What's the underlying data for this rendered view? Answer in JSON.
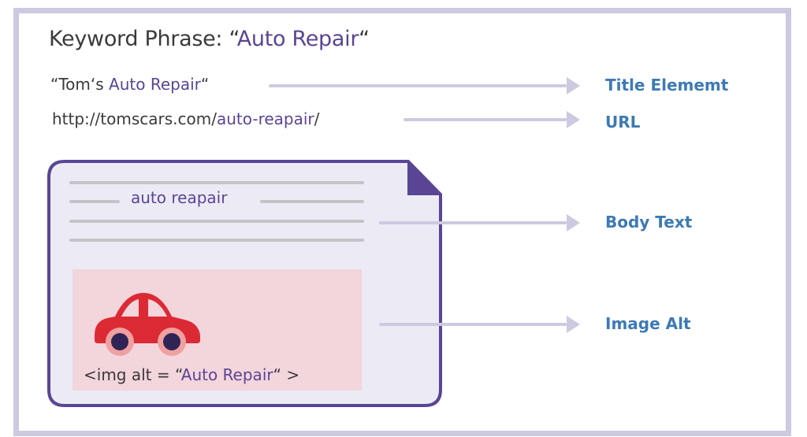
{
  "heading": {
    "prefix": "Keyword Phrase: “",
    "keyword": "Auto Repair",
    "suffix": "“"
  },
  "examples": {
    "title": {
      "prefix": "“Tom‘s ",
      "keyword": "Auto Repair",
      "suffix": "“"
    },
    "url": {
      "prefix": "http://tomscars.com/",
      "keyword": "auto-reapair",
      "suffix": "/"
    }
  },
  "document": {
    "body_keyword": "auto reapair",
    "image_icon": "car-icon",
    "alt_text": {
      "prefix": "<img alt =  “",
      "keyword": "Auto Repair",
      "suffix": "“ >"
    }
  },
  "labels": {
    "title_element": "Title Elememt",
    "url": "URL",
    "body_text": "Body Text",
    "image_alt": "Image Alt"
  },
  "colors": {
    "keyword": "#5a4595",
    "label": "#3d7ab5",
    "arrow": "#cdc9e0",
    "frame": "#cdc9e0",
    "document_border": "#5a4595",
    "document_fill": "#ecebf5",
    "image_fill": "#f3d5dc",
    "car_body": "#dc2a35",
    "car_wheel": "#2f2455",
    "car_wheel_rim": "#f0a0a0"
  }
}
